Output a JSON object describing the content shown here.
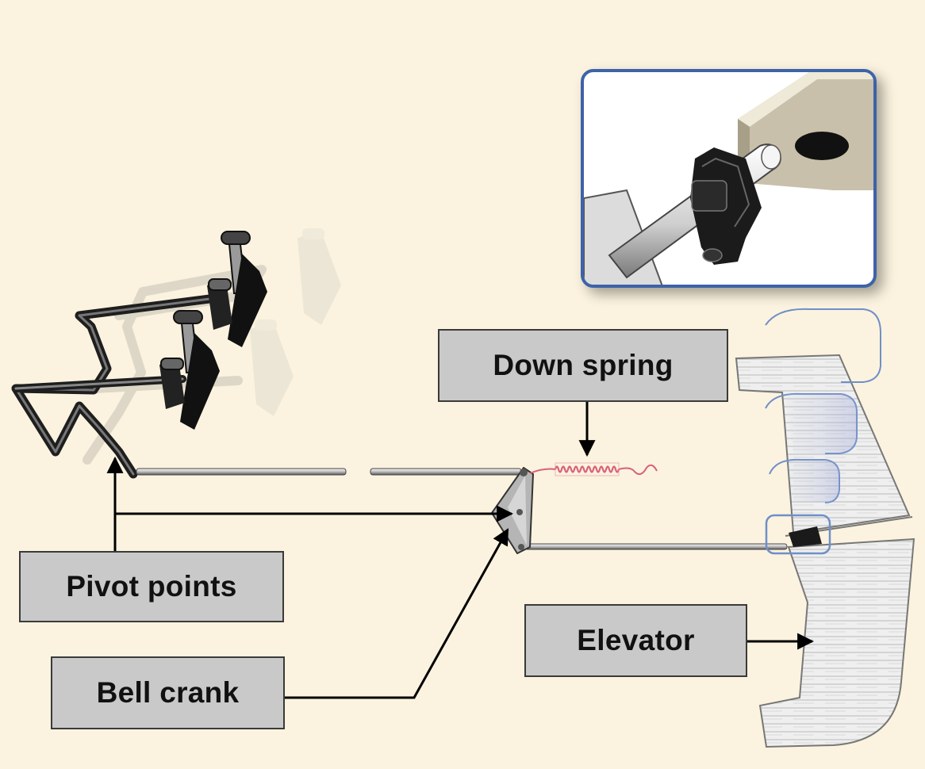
{
  "labels": {
    "down_spring": "Down spring",
    "pivot_points": "Pivot points",
    "bell_crank": "Bell crank",
    "elevator": "Elevator"
  },
  "colors": {
    "background": "#fbf3df",
    "label_fill": "#c9c9c9",
    "inset_border": "#3e63a8",
    "spring": "#d9607a",
    "callout_outline": "#6f8fc8"
  }
}
